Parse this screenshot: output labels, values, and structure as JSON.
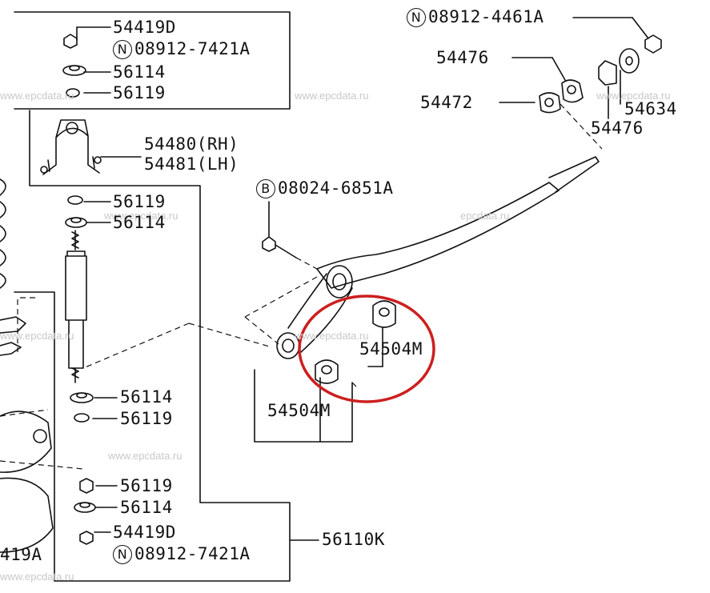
{
  "parts": {
    "p54419d_top": "54419D",
    "n08912_7421a_top": "08912-7421A",
    "p56114_top": "56114",
    "p56119_top": "56119",
    "p54480": "54480(RH)",
    "p54481": "54481(LH)",
    "p56119_mid": "56119",
    "p56114_mid": "56114",
    "p56114_low": "56114",
    "p56119_low": "56119",
    "p56119_bot": "56119",
    "p56114_bot": "56114",
    "p54419d_bot": "54419D",
    "n08912_7421a_bot": "08912-7421A",
    "p56110k": "56110K",
    "p54419a_partial": "419A",
    "n08912_4461a": "08912-4461A",
    "p54476_a": "54476",
    "p54472": "54472",
    "p54634": "54634",
    "p54476_b": "54476",
    "b08024_6851a": "08024-6851A",
    "p54504m_a": "54504M",
    "p54504m_b": "54504M"
  },
  "markers": {
    "n": "N",
    "b": "B"
  },
  "watermark": "www.epcdata.ru",
  "watermark_short": "epcdata.ru",
  "colors": {
    "line": "#111111",
    "highlight": "#cc1f1f",
    "watermark": "#c8c8c8"
  }
}
